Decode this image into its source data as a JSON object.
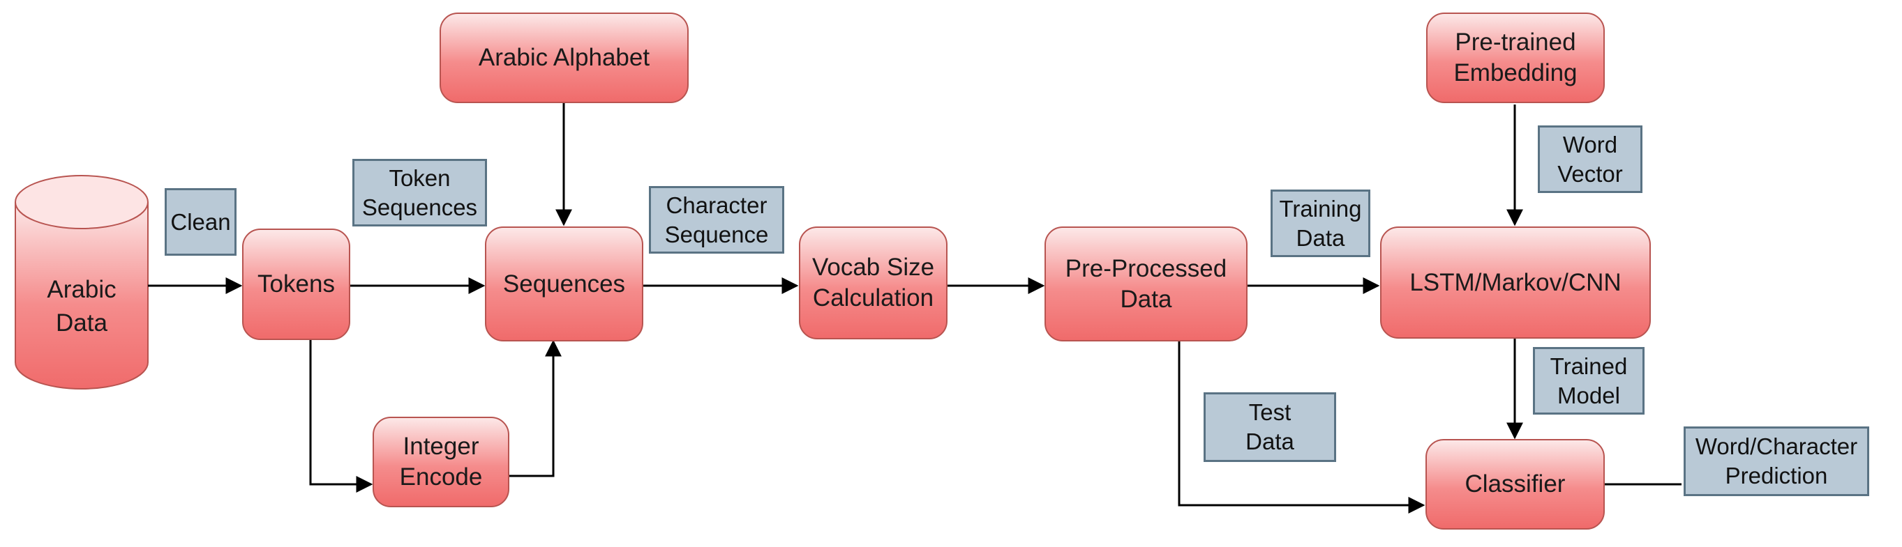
{
  "nodes": {
    "arabic_data": "Arabic\nData",
    "tokens": "Tokens",
    "arabic_alphabet": "Arabic Alphabet",
    "sequences": "Sequences",
    "integer_encode": "Integer\nEncode",
    "vocab_size": "Vocab Size\nCalculation",
    "preprocessed": "Pre-Processed\nData",
    "pretrained": "Pre-trained\nEmbedding",
    "lstm": "LSTM/Markov/CNN",
    "classifier": "Classifier"
  },
  "labels": {
    "clean": "Clean",
    "token_sequences": "Token\nSequences",
    "character_sequence": "Character\nSequence",
    "training_data": "Training\nData",
    "word_vector": "Word\nVector",
    "trained_model": "Trained\nModel",
    "test_data": "Test\nData",
    "prediction": "Word/Character\nPrediction"
  },
  "colors": {
    "node_border": "#b85450",
    "node_fill_top": "#fce8e8",
    "node_fill_bottom": "#f06b6b",
    "label_fill": "#b9c9d6",
    "label_border": "#5a7384",
    "edge": "#000000"
  }
}
